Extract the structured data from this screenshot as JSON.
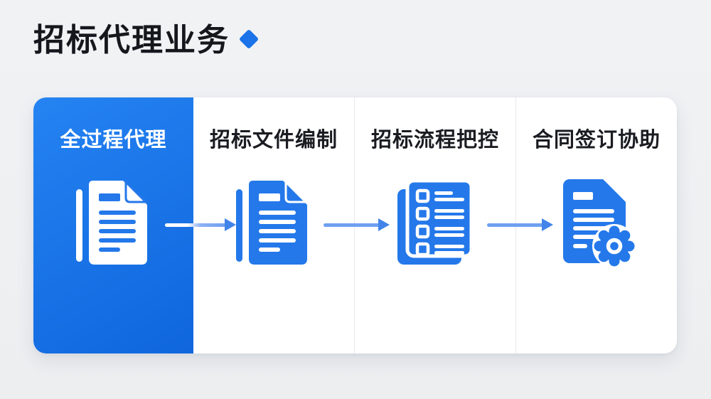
{
  "page": {
    "title": "招标代理业务"
  },
  "steps": [
    {
      "label": "全过程代理",
      "icon": "documents-icon",
      "highlighted": true
    },
    {
      "label": "招标文件编制",
      "icon": "documents-icon",
      "highlighted": false
    },
    {
      "label": "招标流程把控",
      "icon": "checklist-icon",
      "highlighted": false
    },
    {
      "label": "合同签订协助",
      "icon": "contract-gear-icon",
      "highlighted": false
    }
  ],
  "flow": {
    "arrow_count": 3,
    "direction": "left-to-right"
  },
  "colors": {
    "accent": "#1a73e8",
    "panel-blue-top": "#2583f2",
    "panel-blue-bottom": "#0f66dd",
    "icon-blue": "#2478ea",
    "arrow-shaft": "#6fa0f1",
    "arrow-head": "#4284e9",
    "title-text": "#16171d",
    "header-text": "#1b1c22",
    "card-bg": "#ffffff",
    "page-bg": "#eff1f3",
    "divider": "#e9eaec"
  }
}
